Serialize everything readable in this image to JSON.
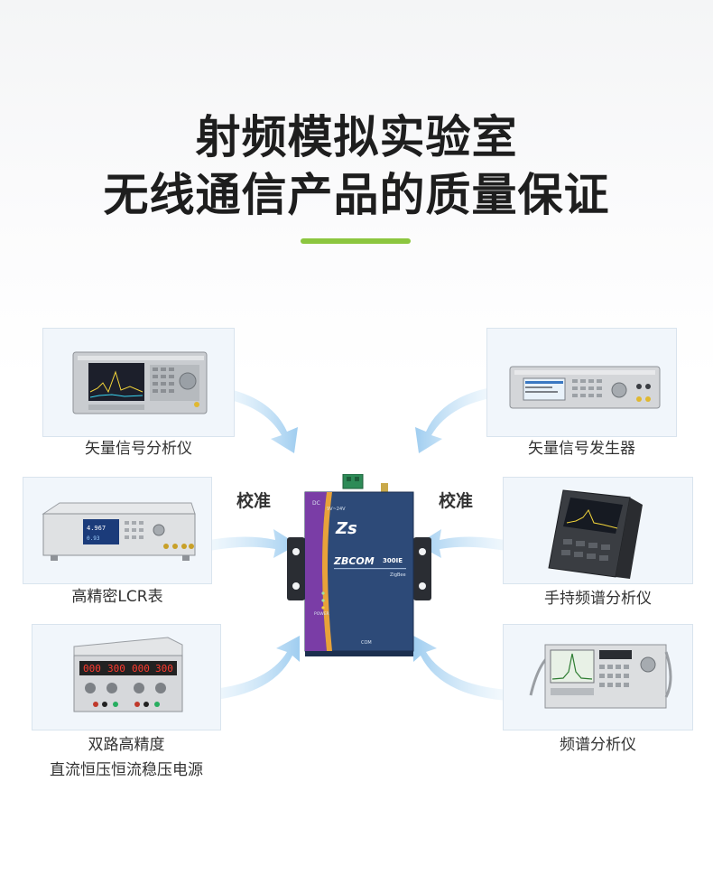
{
  "header": {
    "line1": "射频模拟实验室",
    "line2": "无线通信产品的质量保证"
  },
  "center": {
    "calibrate_left": "校准",
    "calibrate_right": "校准",
    "brand": "ZBCOM",
    "model": "300IE",
    "sub": "ZigBee",
    "port": "COM",
    "power": "POWER",
    "dc": "DC",
    "voltage": "9V~24V"
  },
  "instruments": {
    "vector_analyzer": "矢量信号分析仪",
    "vector_generator": "矢量信号发生器",
    "lcr_meter": "高精密LCR表",
    "handheld_spectrum": "手持频谱分析仪",
    "power_supply_line1": "双路高精度",
    "power_supply_line2": "直流恒压恒流稳压电源",
    "spectrum_analyzer": "频谱分析仪"
  },
  "power_readouts": [
    "000",
    "300",
    "000",
    "300"
  ],
  "colors": {
    "accent": "#8cc63f",
    "arrow": "#a9d2f0",
    "device_body": "#2f4f7e",
    "device_stripe": "#7b3fa6"
  }
}
